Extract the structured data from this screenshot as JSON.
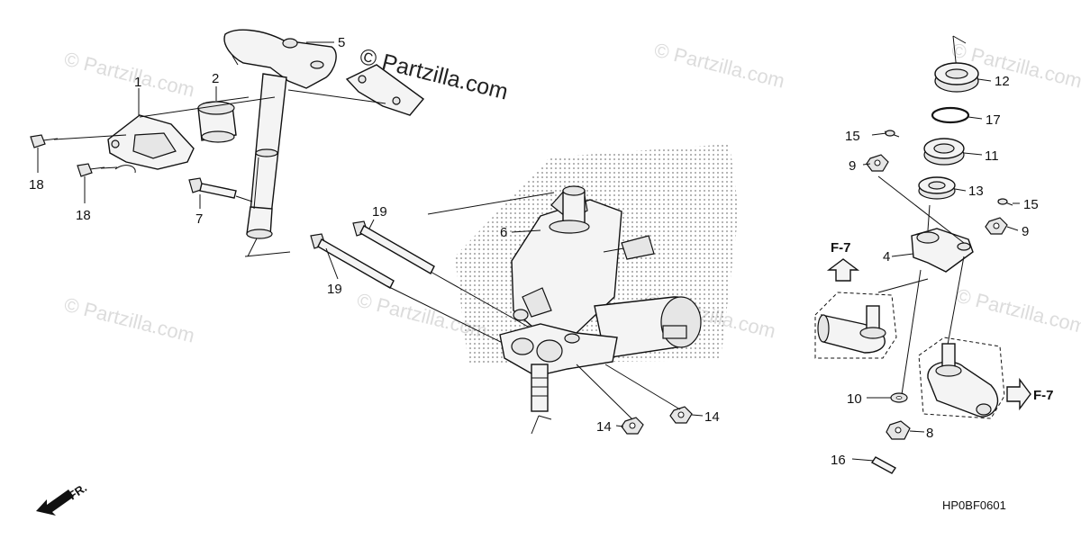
{
  "watermark_main": "© Partzilla.com",
  "watermark_faint": "© Partzilla.com",
  "diagram_code": "HP0BF0601",
  "front_marker": "FR.",
  "ref_left": "F-7",
  "ref_right": "F-7",
  "callouts": {
    "c1": "1",
    "c2": "2",
    "c4": "4",
    "c5": "5",
    "c6": "6",
    "c7": "7",
    "c8": "8",
    "c9a": "9",
    "c9b": "9",
    "c10": "10",
    "c11": "11",
    "c12": "12",
    "c13": "13",
    "c14a": "14",
    "c14b": "14",
    "c15a": "15",
    "c15b": "15",
    "c16": "16",
    "c17": "17",
    "c18a": "18",
    "c18b": "18",
    "c19a": "19",
    "c19b": "19"
  }
}
